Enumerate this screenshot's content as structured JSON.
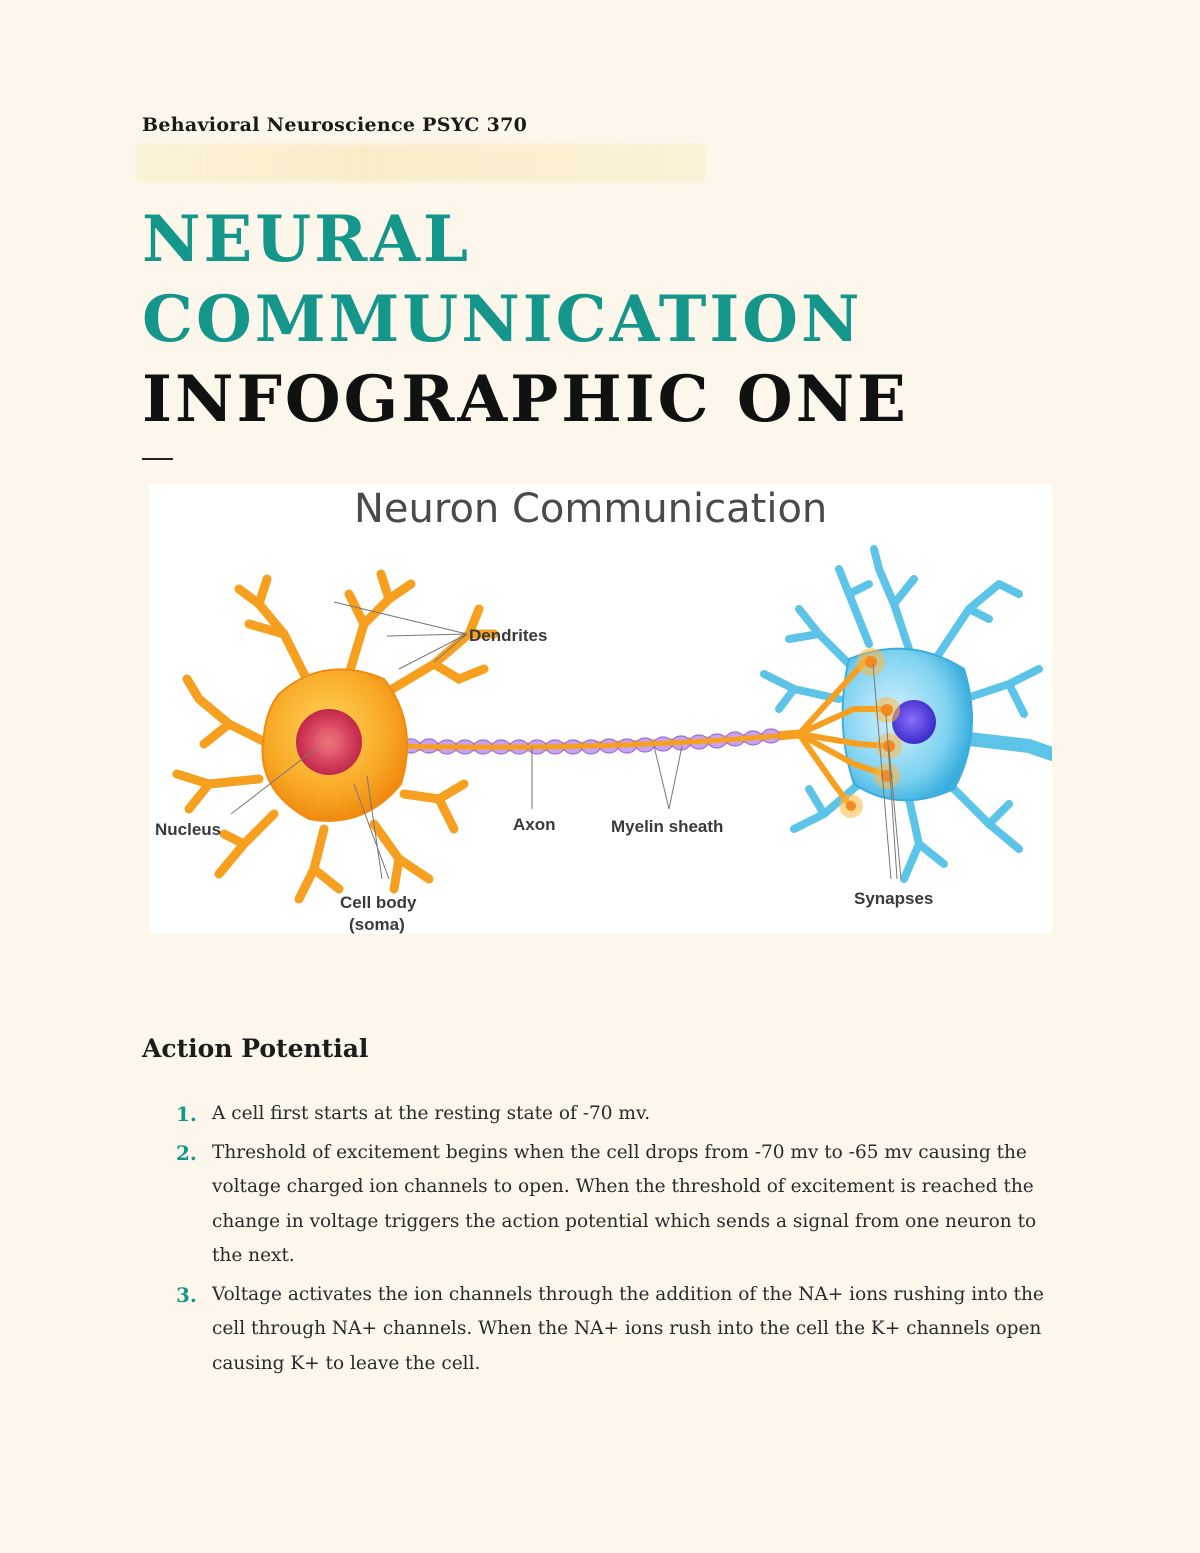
{
  "header": {
    "course": "Behavioral Neuroscience PSYC 370"
  },
  "title": {
    "line1": "NEURAL",
    "line2": "COMMUNICATION",
    "line3": "INFOGRAPHIC ONE"
  },
  "figure": {
    "title": "Neuron Communication",
    "labels": {
      "dendrites": "Dendrites",
      "nucleus": "Nucleus",
      "axon": "Axon",
      "myelin": "Myelin sheath",
      "cell_body_1": "Cell body",
      "cell_body_2": "(soma)",
      "synapses": "Synapses"
    }
  },
  "section": {
    "heading": "Action Potential",
    "items": [
      {
        "num": "1.",
        "text": "A cell first starts at the resting state of -70 mv."
      },
      {
        "num": "2.",
        "text": "Threshold of excitement begins when the cell drops from -70 mv to -65 mv causing the voltage charged ion channels to open. When the threshold of excitement is reached the change in voltage triggers the action potential which sends a signal from one neuron to the next."
      },
      {
        "num": "3.",
        "text": "Voltage activates the ion channels through the addition of the NA+ ions rushing into the cell through NA+ channels. When the NA+ ions rush into the cell the K+ channels open causing K+ to leave the cell."
      }
    ]
  },
  "colors": {
    "accent": "#14968a",
    "page_background": "#fdf6ea",
    "neuron_orange": "#f7a020",
    "neuron_blue": "#5bc4e8",
    "myelin": "#c9a2ee"
  }
}
